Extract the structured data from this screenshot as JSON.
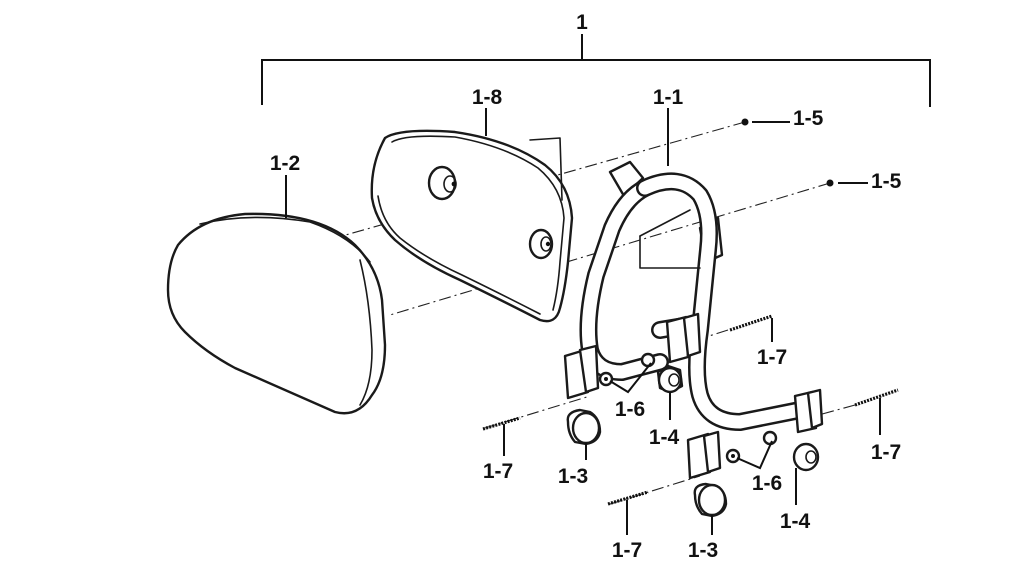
{
  "labels": {
    "assembly": "1",
    "tube_frame": "1-1",
    "cushion": "1-2",
    "bushing_a": "1-3",
    "bushing_b": "1-3",
    "spacer_a": "1-4",
    "spacer_b": "1-4",
    "screw_a": "1-5",
    "screw_b": "1-5",
    "washer_a": "1-6",
    "washer_b": "1-6",
    "pin_a": "1-7",
    "pin_b": "1-7",
    "pin_c": "1-7",
    "pin_d": "1-7",
    "backplate": "1-8"
  }
}
